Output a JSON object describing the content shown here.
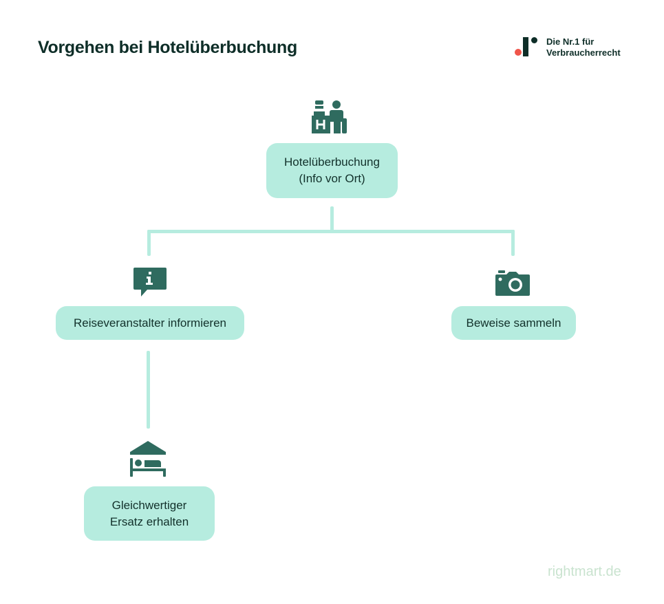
{
  "header": {
    "title": "Vorgehen bei Hotelüberbuchung",
    "brand_line1": "Die Nr.1 für",
    "brand_line2": "Verbraucherrecht"
  },
  "colors": {
    "node_fill": "#b6ecdf",
    "icon": "#2f6b5f",
    "title": "#0e2e28",
    "brand_red": "#f0554a",
    "footer": "#c9e3cf"
  },
  "nodes": {
    "root": {
      "line1": "Hotelüberbuchung",
      "line2": "(Info vor Ort)",
      "icon": "hotel-reception-icon"
    },
    "left": {
      "label": "Reiseveranstalter informieren",
      "icon": "info-chat-icon"
    },
    "right": {
      "label": "Beweise sammeln",
      "icon": "camera-icon"
    },
    "bottom": {
      "line1": "Gleichwertiger",
      "line2": "Ersatz erhalten",
      "icon": "hotel-bed-icon"
    }
  },
  "footer": {
    "text": "rightmart.de"
  }
}
